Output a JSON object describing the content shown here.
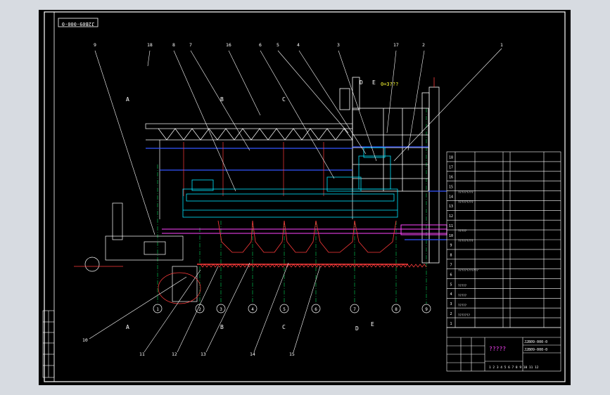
{
  "drawing": {
    "drawing_number": "J2B09-000-0",
    "balloons": {
      "top": [
        "9",
        "18",
        "8",
        "7",
        "16",
        "6",
        "5",
        "4",
        "3",
        "17",
        "2",
        "1"
      ],
      "bottom": [
        "10",
        "11",
        "12",
        "13",
        "14",
        "15"
      ]
    },
    "section_marks": [
      "A",
      "B",
      "C",
      "D",
      "E"
    ],
    "top_annotation": "0=3???",
    "axis_grid": [
      "1",
      "2",
      "3",
      "4",
      "5",
      "6",
      "7",
      "8",
      "9"
    ],
    "parts_list_rows": [
      "18",
      "17",
      "16",
      "15",
      "14",
      "13",
      "12",
      "11",
      "10",
      "9",
      "8",
      "7",
      "6",
      "5",
      "4",
      "3",
      "2",
      "1"
    ],
    "parts_list_entries": [
      "?????????",
      "?????????",
      "?????",
      "?????????",
      "????????????",
      "?????",
      "?????",
      "?????",
      "???????"
    ],
    "title_block": {
      "title": "?????",
      "codes": [
        "J2B09-000-0",
        "J2B09-000-0"
      ],
      "footer_digits": "1 2 3 4 5 6 7 8 9 10 11 12"
    }
  },
  "colors": {
    "frame": "#ffffff",
    "structure": "#ffffff",
    "equipment": "#00e5ff",
    "dust_hoppers": "#ff3b3b",
    "platforms": "#ff44ff",
    "beams": "#3355ff",
    "leaders": "#ffffff",
    "axis_lines": "#00ff66",
    "annotations": "#ffff33"
  }
}
